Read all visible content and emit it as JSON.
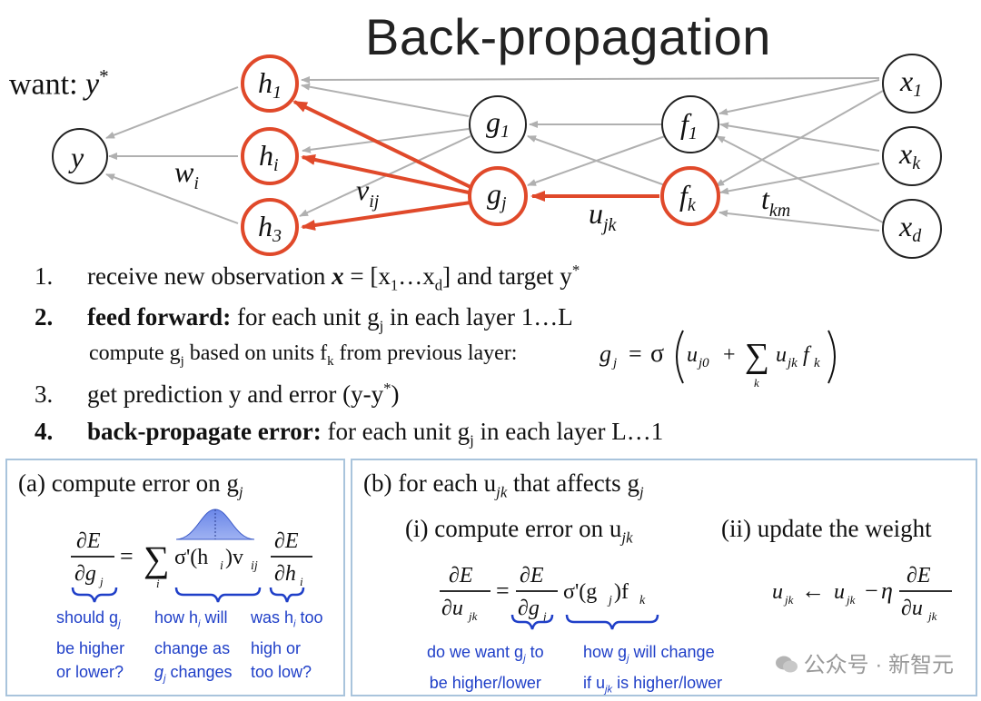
{
  "title": "Back-propagation",
  "want": {
    "label": "want:",
    "target": "y",
    "target_sup": "*"
  },
  "network": {
    "nodes": {
      "y": "y",
      "h1": "h",
      "h1_sub": "1",
      "hi": "h",
      "hi_sub": "i",
      "h3": "h",
      "h3_sub": "3",
      "g1": "g",
      "g1_sub": "1",
      "gj": "g",
      "gj_sub": "j",
      "f1": "f",
      "f1_sub": "1",
      "fk": "f",
      "fk_sub": "k",
      "x1": "x",
      "x1_sub": "1",
      "xk": "x",
      "xk_sub": "k",
      "xd": "x",
      "xd_sub": "d"
    },
    "weights": {
      "wi": "w",
      "wi_sub": "i",
      "vij": "v",
      "vij_sub": "ij",
      "ujk": "u",
      "ujk_sub": "jk",
      "tkm": "t",
      "tkm_sub": "km"
    },
    "colors": {
      "highlight": "#e0492a",
      "normal": "#b0b0b0",
      "node_stroke": "#222222"
    }
  },
  "steps": [
    {
      "num": "1.",
      "text_a": "receive new observation ",
      "x": "x",
      "eq": " = [x",
      "s1": "1",
      "dots": "…x",
      "sd": "d",
      "text_b": "] and target y",
      "star": "*"
    },
    {
      "num": "2.",
      "bold": "feed forward:",
      "text_a": " for each unit g",
      "sub": "j",
      "text_b": " in each layer 1…L"
    },
    {
      "num": "3.",
      "text_a": "get prediction y and error (y-y",
      "star": "*",
      "text_b": ")"
    },
    {
      "num": "4.",
      "bold": "back-propagate error:",
      "text_a": " for each unit g",
      "sub": "j",
      "text_b": " in each layer L…1"
    }
  ],
  "compute_line": {
    "a": "compute g",
    "sub_j": "j",
    "b": " based on units f",
    "sub_k": "k",
    "c": "  from previous layer:"
  },
  "formula_g": {
    "g": "g",
    "j": "j",
    "eq": "=",
    "sigma": "σ",
    "u": "u",
    "j0": "j0",
    "plus": "+",
    "sum": "∑",
    "k": "k",
    "u2": "u",
    "jk": "jk",
    "f": "f",
    "fk": "k"
  },
  "box_a": {
    "heading": "(a) compute error on g",
    "heading_sub": "j",
    "lhs_num": "∂E",
    "lhs_den": "∂g",
    "lhs_den_sub": "j",
    "eq": "=",
    "sum": "∑",
    "sum_sub": "i",
    "mid": "σ'(h",
    "mid_sub": "i",
    "mid_b": ")v",
    "mid_sub2": "ij",
    "rhs_num": "∂E",
    "rhs_den": "∂h",
    "rhs_den_sub": "i",
    "note1_a": "should g",
    "note1_sub": "j",
    "note1_b": "be higher",
    "note1_c": "or lower?",
    "note2_a": "how h",
    "note2_sub": "i",
    "note2_a2": " will",
    "note2_b": "change as",
    "note2_c": "g",
    "note2_c_sub": "j",
    "note2_c2": " changes",
    "note3_a": "was h",
    "note3_sub": "i",
    "note3_a2": " too",
    "note3_b": "high or",
    "note3_c": "too low?"
  },
  "box_b": {
    "heading": "(b) for each u",
    "heading_sub": "jk",
    "heading_b": " that affects g",
    "heading_sub2": "j",
    "sub_i": "(i) compute error on u",
    "sub_i_sub": "jk",
    "sub_ii": "(ii) update the weight",
    "lhs_num": "∂E",
    "lhs_den": "∂u",
    "lhs_den_sub": "jk",
    "eq": "=",
    "mid_num": "∂E",
    "mid_den": "∂g",
    "mid_den_sub": "j",
    "tail": "σ'(g",
    "tail_sub": "j",
    "tail_b": ")f",
    "tail_sub2": "k",
    "upd_u": "u",
    "upd_jk": "jk",
    "arrow": "←",
    "upd_u2": "u",
    "upd_jk2": "jk",
    "minus": "−",
    "eta": "η",
    "upd_num": "∂E",
    "upd_den": "∂u",
    "upd_den_sub": "jk",
    "note1_a": "do we want g",
    "note1_sub": "j",
    "note1_a2": " to",
    "note1_b": "be higher/lower",
    "note2_a": "how g",
    "note2_sub": "j",
    "note2_a2": " will change",
    "note2_b": "if u",
    "note2_b_sub": "jk",
    "note2_b2": " is higher/lower"
  },
  "watermark": "公众号 · 新智元"
}
